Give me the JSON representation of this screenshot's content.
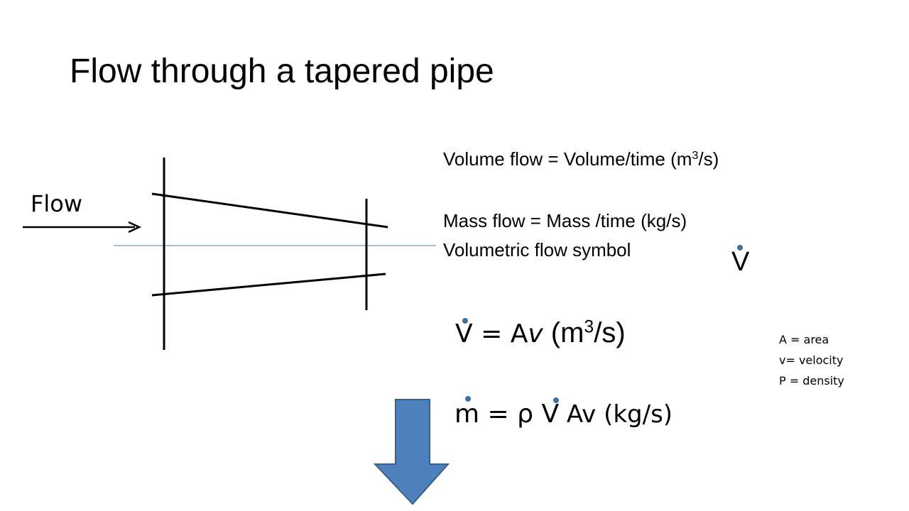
{
  "title": "Flow through a tapered pipe",
  "diagram": {
    "flow_label": "Flow"
  },
  "definitions": {
    "volume_flow_prefix": "Volume flow  = Volume/time  (m",
    "volume_flow_exp": "3",
    "volume_flow_suffix": "/s)",
    "mass_flow": "Mass flow = Mass /time (kg/s)",
    "volumetric_symbol_label": "Volumetric flow symbol",
    "volumetric_symbol": "V"
  },
  "equations": {
    "volumetric": {
      "lhs": "V",
      "rhs": " = A",
      "var": "v",
      "unit_prefix": " (m",
      "unit_exp": "3",
      "unit_suffix": "/s)"
    },
    "mass": {
      "lhs": "m",
      "mid": " = ρ ",
      "v": "V",
      "rhs": "  Av (kg/s)"
    }
  },
  "legend": [
    "A = area",
    "v= velocity",
    "P = density"
  ],
  "colors": {
    "accent_dot": "#3e6da8",
    "arrow_fill": "#4f81bd",
    "arrow_stroke": "#385d8a",
    "centerline": "#4a7ea8"
  }
}
